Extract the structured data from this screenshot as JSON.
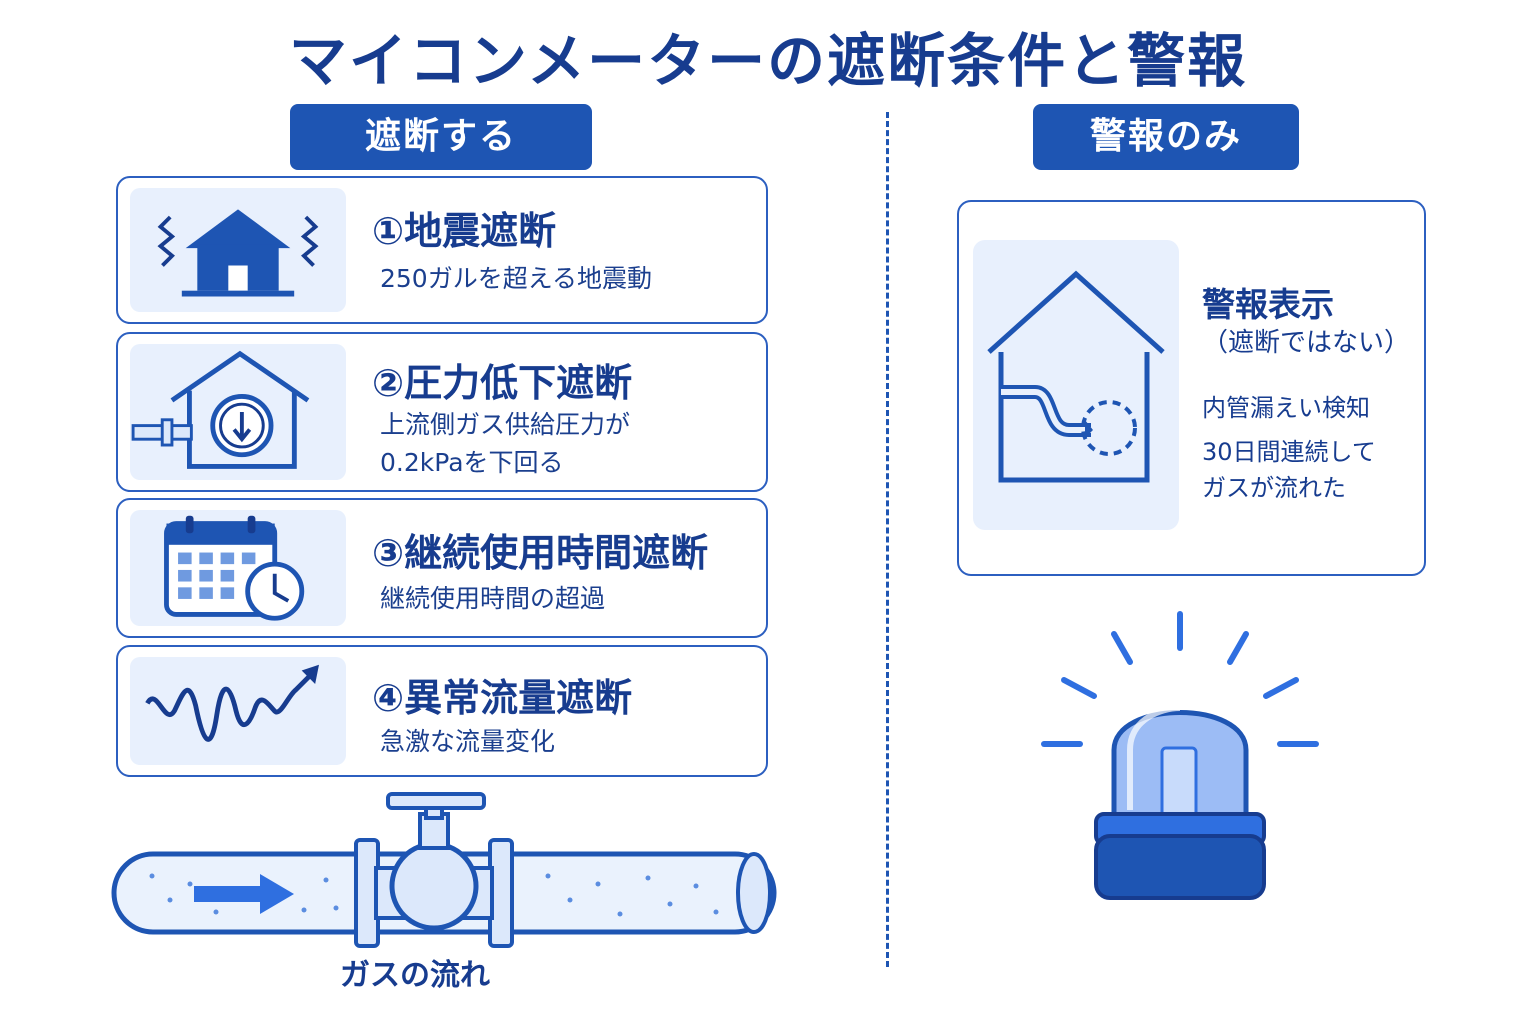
{
  "title": "マイコンメーターの遮断条件と警報",
  "left_section": {
    "label": "遮断する",
    "items": [
      {
        "icon": "earthquake-house-icon",
        "title": "①地震遮断",
        "desc": [
          "250ガルを超える地震動"
        ]
      },
      {
        "icon": "pressure-drop-icon",
        "title": "②圧力低下遮断",
        "desc": [
          "上流側ガス供給圧力が",
          "0.2kPaを下回る"
        ]
      },
      {
        "icon": "calendar-clock-icon",
        "title": "③継続使用時間遮断",
        "desc": [
          "継続使用時間の超過"
        ]
      },
      {
        "icon": "surge-wave-icon",
        "title": "④異常流量遮断",
        "desc": [
          "急激な流量変化"
        ]
      }
    ],
    "pipe_label": "ガスの流れ"
  },
  "right_section": {
    "label": "警報のみ",
    "card": {
      "icon": "house-leak-icon",
      "title": "警報表示",
      "subtitle": "（遮断ではない）",
      "desc1": "内管漏えい検知",
      "desc2": [
        "30日間連続して",
        "ガスが流れた"
      ]
    },
    "lamp_icon": "warning-lamp-icon"
  },
  "colors": {
    "primary": "#1e55b3",
    "dark": "#173c8f",
    "light": "#e8f0fd"
  }
}
